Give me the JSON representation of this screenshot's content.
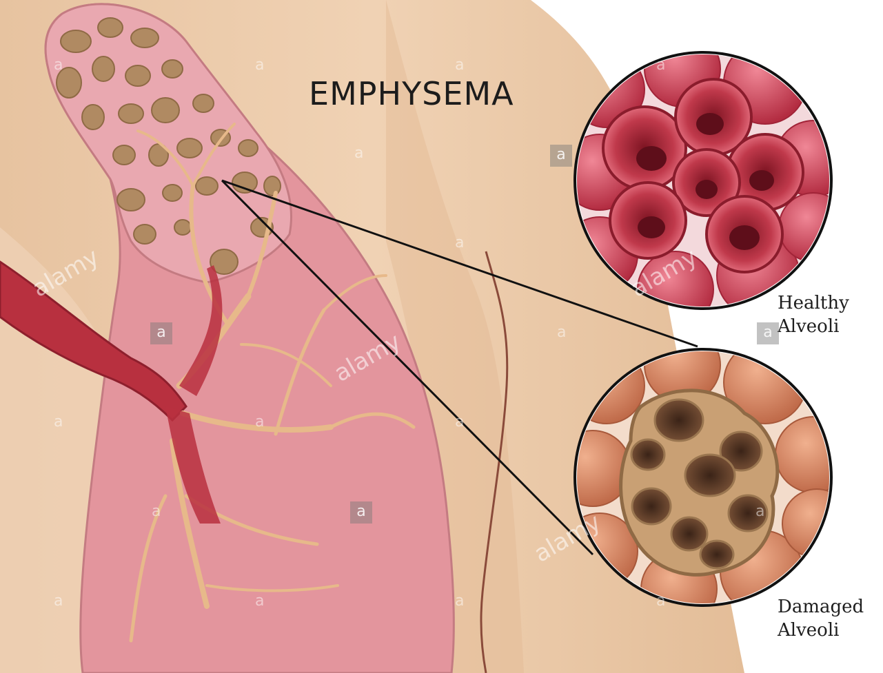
{
  "title": "EMPHYSEMA",
  "labels": {
    "healthy": "Healthy\nAlveoli",
    "damaged": "Damaged\nAlveoli"
  },
  "watermark": {
    "brand": "alamy",
    "mark": "a"
  },
  "colors": {
    "skin": "#e9c9a8",
    "skin_shadow": "#d6ae88",
    "lung_tissue": "#e29a9e",
    "lung_emphysema": "#e6a3ad",
    "bronchus": "#b8303f",
    "bronchiole": "#e7b98a",
    "healthy_alveoli": "#c43a4c",
    "damaged_alveoli": "#c77c5c",
    "damaged_cavity": "#5a3a2a",
    "callout_line": "#111111"
  }
}
